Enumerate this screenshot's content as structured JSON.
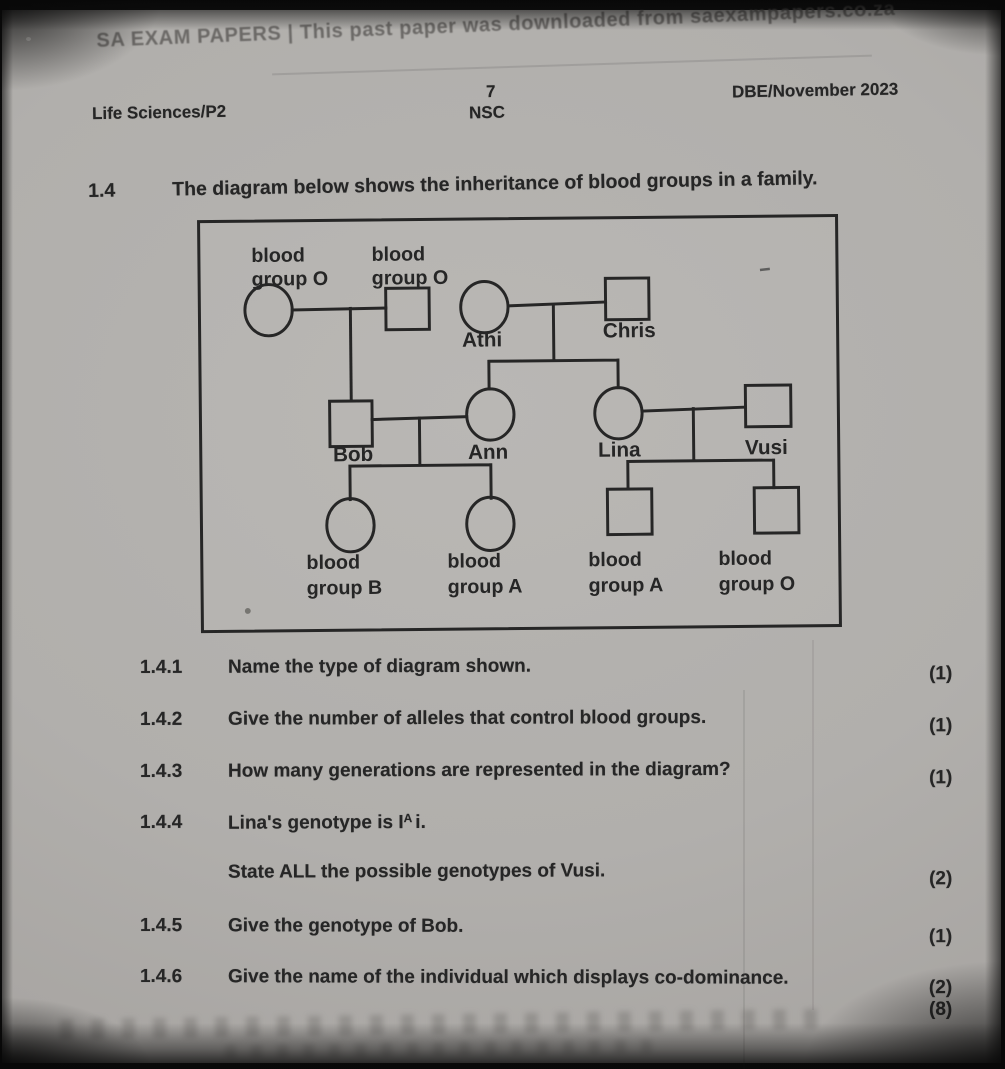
{
  "colors": {
    "paper": "#b1afac",
    "ink": "#262626",
    "watermark_ink": "#8a8884"
  },
  "watermark": "SA EXAM PAPERS | This past paper was downloaded from saexampapers.co.za",
  "header": {
    "subject": "Life Sciences/P2",
    "page_number": "7",
    "board": "NSC",
    "session": "DBE/November 2023"
  },
  "question": {
    "number": "1.4",
    "intro": "The diagram below shows the inheritance of blood groups in a family.",
    "sub_questions": [
      {
        "number": "1.4.1",
        "text": "Name the type of diagram shown.",
        "marks": "(1)"
      },
      {
        "number": "1.4.2",
        "text": "Give the number of alleles that control blood groups.",
        "marks": "(1)"
      },
      {
        "number": "1.4.3",
        "text": "How many generations are represented in the diagram?",
        "marks": "(1)"
      },
      {
        "number": "1.4.4",
        "statement": {
          "pre": "Lina's genotype is I",
          "sup": "A",
          "post": "i."
        },
        "text": "State ALL the possible genotypes of Vusi.",
        "marks": "(2)"
      },
      {
        "number": "1.4.5",
        "text": "Give the genotype of Bob.",
        "marks": "(1)"
      },
      {
        "number": "1.4.6",
        "text": "Give the name of the individual which displays co-dominance.",
        "marks": "(2)"
      }
    ],
    "total_marks": "(8)"
  },
  "pedigree": {
    "gen1": [
      {
        "shape": "circle",
        "label_line1": "blood",
        "label_line2": "group O"
      },
      {
        "shape": "square",
        "label_line1": "blood",
        "label_line2": "group O"
      },
      {
        "shape": "circle",
        "name": "Athi"
      },
      {
        "shape": "square",
        "name": "Chris"
      }
    ],
    "gen2": [
      {
        "shape": "square",
        "name": "Bob"
      },
      {
        "shape": "circle",
        "name": "Ann"
      },
      {
        "shape": "circle",
        "name": "Lina"
      },
      {
        "shape": "square",
        "name": "Vusi"
      }
    ],
    "gen3": [
      {
        "shape": "circle",
        "label_line1": "blood",
        "label_line2": "group B"
      },
      {
        "shape": "circle",
        "label_line1": "blood",
        "label_line2": "group A"
      },
      {
        "shape": "square",
        "label_line1": "blood",
        "label_line2": "group A"
      },
      {
        "shape": "square",
        "label_line1": "blood",
        "label_line2": "group O"
      }
    ]
  }
}
